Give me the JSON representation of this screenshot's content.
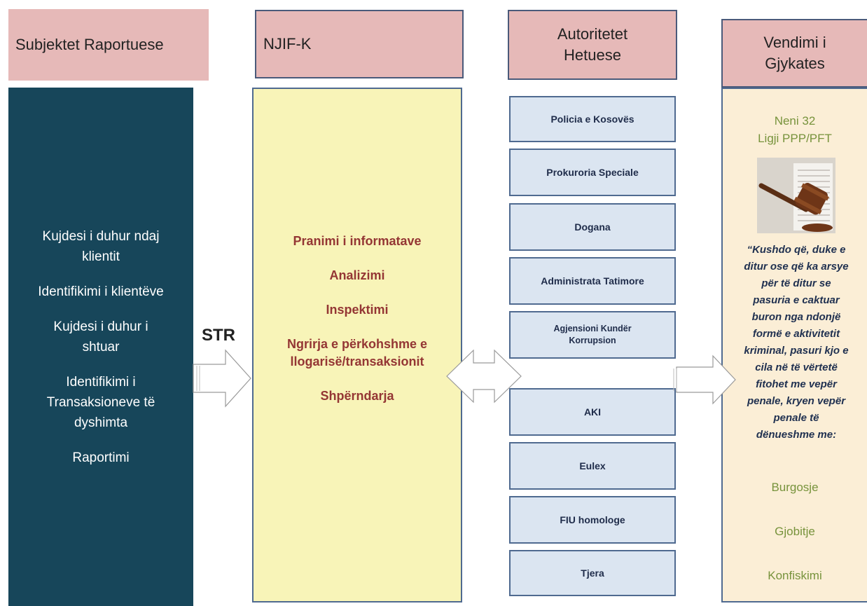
{
  "headers": {
    "reporting": "Subjektet Raportuese",
    "fiu": "NJIF-K",
    "investigative": [
      "Autoritetet",
      "Hetuese"
    ],
    "court": [
      "Vendimi i",
      "Gjykates"
    ]
  },
  "reporting_items": [
    [
      "Kujdesi i duhur ndaj",
      "klientit"
    ],
    [
      "Identifikimi i klientëve"
    ],
    [
      "Kujdesi i duhur i",
      "shtuar"
    ],
    [
      "Identifikimi i",
      "Transaksioneve të",
      "dyshimta"
    ],
    [
      "Raportimi"
    ]
  ],
  "str_label": "STR",
  "fiu_items": [
    [
      "Pranimi i informatave"
    ],
    [
      "Analizimi"
    ],
    [
      "Inspektimi"
    ],
    [
      "Ngrirja e përkohshme e",
      "llogarisë/transaksionit"
    ],
    [
      "Shpërndarja"
    ]
  ],
  "authorities": [
    [
      "Policia e Kosovës"
    ],
    [
      "Prokuroria Speciale"
    ],
    [
      "Dogana"
    ],
    [
      "Administrata Tatimore"
    ],
    [
      "Agjensioni Kundër",
      "Korrupsion"
    ],
    [
      "AKI"
    ],
    [
      "Eulex"
    ],
    [
      "FIU homologe"
    ],
    [
      "Tjera"
    ]
  ],
  "court": {
    "law": [
      "Neni 32",
      "Ligji PPP/PFT"
    ],
    "quote": [
      "“Kushdo që, duke e",
      "ditur ose që ka arsye",
      "për të ditur se",
      "pasuria e caktuar",
      "buron nga ndonjë",
      "formë e aktivitetit",
      "kriminal, pasuri kjo e",
      "cila në të vërtetë",
      "fitohet me vepër",
      "penale, kryen vepër",
      "penale të",
      "dënueshme me:"
    ],
    "penalties": [
      "Burgosje",
      "Gjobitje",
      "Konfiskimi"
    ]
  },
  "colors": {
    "header_fill": "#e6b9b8",
    "reporting_fill": "#17465a",
    "fiu_fill": "#f8f4b8",
    "authority_fill": "#dbe5f1",
    "court_fill": "#fbeed6",
    "fiu_text": "#943634",
    "law_text": "#77933c"
  }
}
